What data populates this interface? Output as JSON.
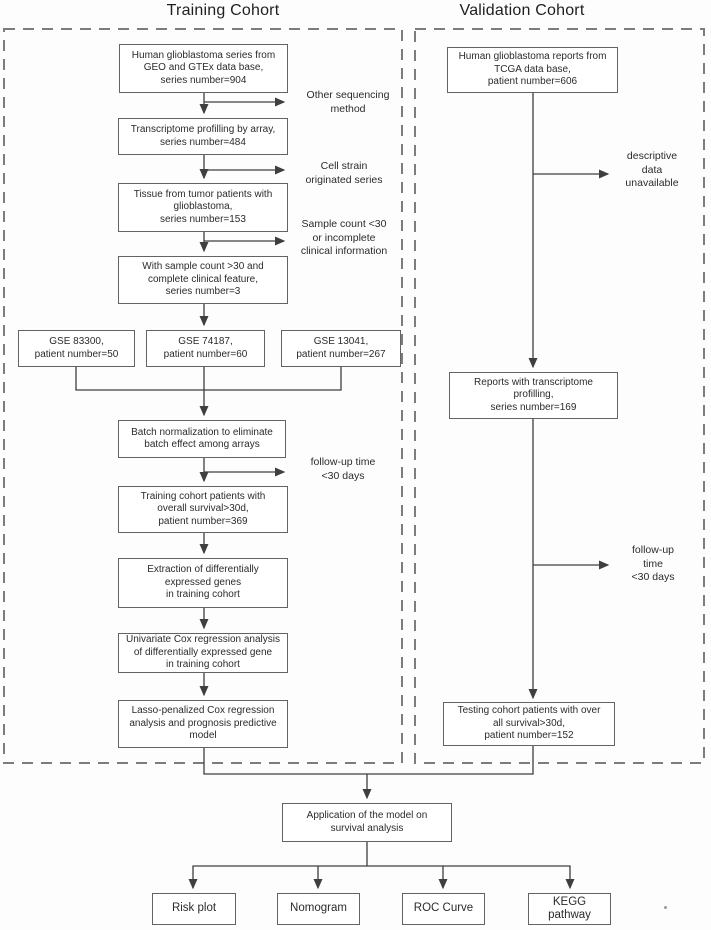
{
  "diagram": {
    "titles": {
      "training": "Training Cohort",
      "validation": "Validation Cohort"
    },
    "training": {
      "source": "Human glioblastoma series from\nGEO and  GTEx data base,\nseries number=904",
      "array": "Transcriptome profilling by array,\nseries number=484",
      "tissue": "Tissue from tumor patients with\nglioblastoma,\nseries number=153",
      "complete": "With sample count >30 and\ncomplete clinical feature,\nseries number=3",
      "gse1": "GSE 83300,\npatient number=50",
      "gse2": "GSE 74187,\npatient number=60",
      "gse3": "GSE 13041,\npatient number=267",
      "batch": "Batch normalization to eliminate\nbatch effect among arrays",
      "survival": "Training cohort patients with\noverall survival>30d,\npatient number=369",
      "extraction": "Extraction of differentially\nexpressed genes\nin training cohort",
      "univariate": "Univariate Cox regression analysis\nof differentially expressed gene\nin training cohort",
      "lasso": "Lasso-penalized Cox regression\nanalysis and prognosis predictive\nmodel",
      "exclusions": {
        "sequencing": "Other sequencing\nmethod",
        "cell_strain": "Cell strain\noriginated series",
        "sample_count": "Sample count <30\nor incomplete\nclinical information",
        "follow_up": "follow-up time\n<30 days"
      }
    },
    "validation": {
      "source": "Human glioblastoma reports from\nTCGA data base,\npatient number=606",
      "reports": "Reports with transcriptome\nprofilling,\nseries number=169",
      "testing": "Testing cohort patients with over\nall survival>30d,\npatient number=152",
      "exclusions": {
        "descriptive": "descriptive\ndata\nunavailable",
        "follow_up": "follow-up\ntime\n<30 days"
      }
    },
    "application": "Application of the model on\nsurvival analysis",
    "outputs": {
      "risk": "Risk plot",
      "nomogram": "Nomogram",
      "roc": "ROC Curve",
      "kegg": "KEGG\npathway"
    },
    "colors": {
      "box_border": "#636363",
      "dashed_border": "#7d7d7d",
      "arrow": "#3f3f3f",
      "text": "#2b2b2b"
    }
  }
}
